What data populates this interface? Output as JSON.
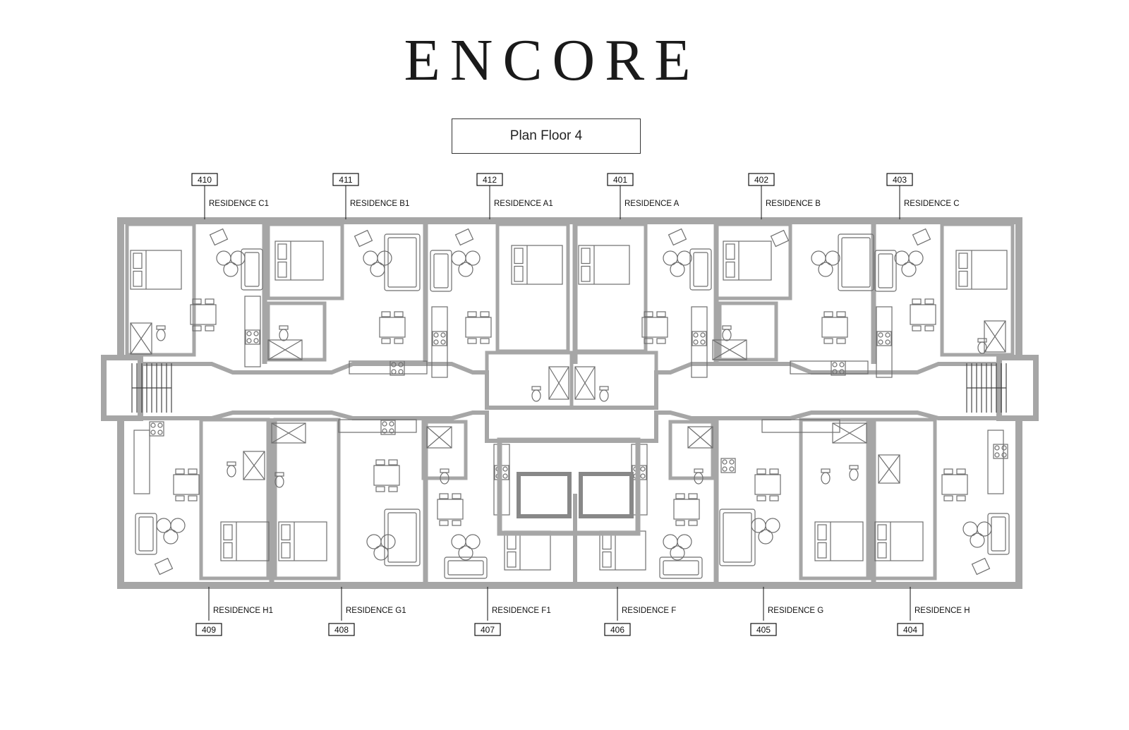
{
  "brand": {
    "name": "ENCORE"
  },
  "plan": {
    "title": "Plan Floor 4"
  },
  "units_top": [
    {
      "number": "410",
      "residence": "RESIDENCE C1"
    },
    {
      "number": "411",
      "residence": "RESIDENCE B1"
    },
    {
      "number": "412",
      "residence": "RESIDENCE A1"
    },
    {
      "number": "401",
      "residence": "RESIDENCE A"
    },
    {
      "number": "402",
      "residence": "RESIDENCE B"
    },
    {
      "number": "403",
      "residence": "RESIDENCE C"
    }
  ],
  "units_bottom": [
    {
      "number": "409",
      "residence": "RESIDENCE H1"
    },
    {
      "number": "408",
      "residence": "RESIDENCE G1"
    },
    {
      "number": "407",
      "residence": "RESIDENCE F1"
    },
    {
      "number": "406",
      "residence": "RESIDENCE F"
    },
    {
      "number": "405",
      "residence": "RESIDENCE G"
    },
    {
      "number": "404",
      "residence": "RESIDENCE H"
    }
  ],
  "colors": {
    "wall": "#a6a6a6",
    "wall_dark": "#8c8c8c",
    "fixture": "#6e6e6e",
    "text": "#111111"
  }
}
